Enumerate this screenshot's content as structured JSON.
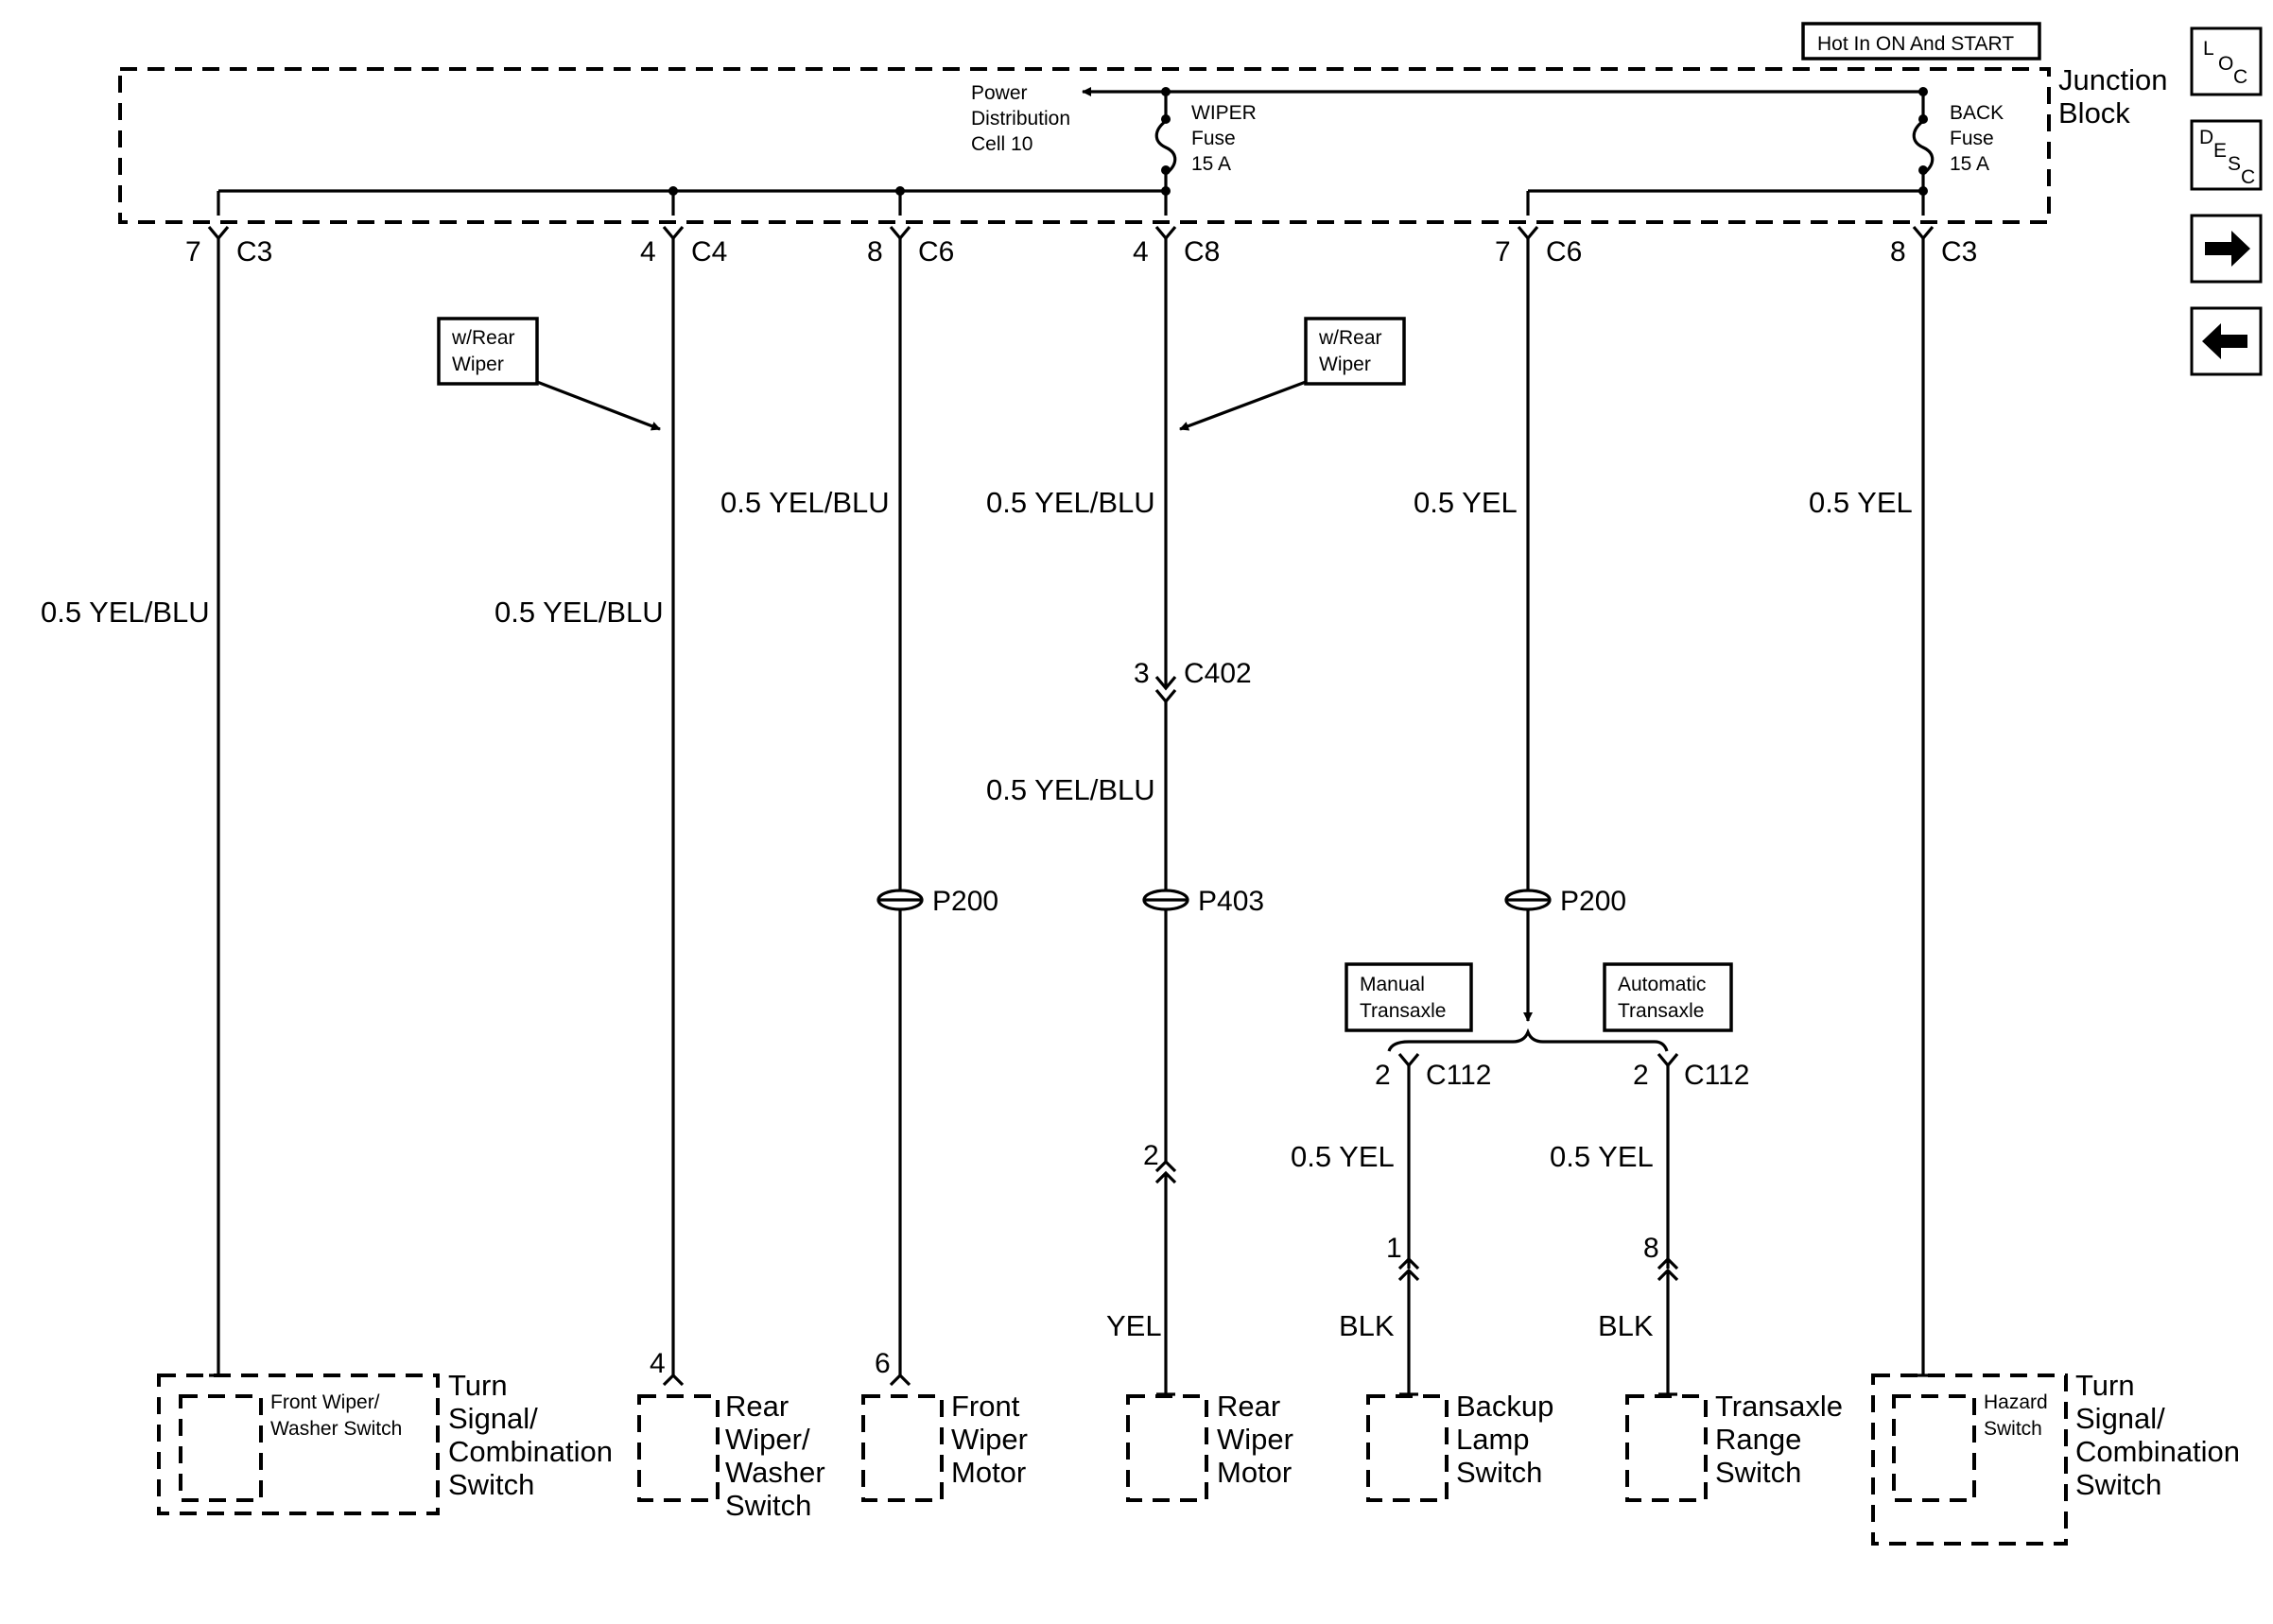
{
  "header": {
    "hot_label": "Hot In ON And START",
    "junction_block_line1": "Junction",
    "junction_block_line2": "Block"
  },
  "nav": {
    "loc": {
      "a": "L",
      "b": "O",
      "c": "C"
    },
    "desc": {
      "a": "D",
      "b": "E",
      "c": "S",
      "d": "C"
    },
    "forward": "→",
    "back": "←"
  },
  "power_distribution": {
    "line1": "Power",
    "line2": "Distribution",
    "line3": "Cell 10"
  },
  "fuses": {
    "wiper": {
      "name": "WIPER",
      "word": "Fuse",
      "rating": "15 A"
    },
    "back": {
      "name": "BACK",
      "word": "Fuse",
      "rating": "15 A"
    }
  },
  "connectors": {
    "c3_left": {
      "pin": "7",
      "name": "C3"
    },
    "c4": {
      "pin": "4",
      "name": "C4"
    },
    "c6_left": {
      "pin": "8",
      "name": "C6"
    },
    "c8": {
      "pin": "4",
      "name": "C8"
    },
    "c6_right": {
      "pin": "7",
      "name": "C6"
    },
    "c3_right": {
      "pin": "8",
      "name": "C3"
    },
    "c402": {
      "pin": "3",
      "name": "C402"
    },
    "c112_left": {
      "pin": "2",
      "name": "C112"
    },
    "c112_right": {
      "pin": "2",
      "name": "C112"
    }
  },
  "options": {
    "rear_wiper_1": {
      "line1": "w/Rear",
      "line2": "Wiper"
    },
    "rear_wiper_2": {
      "line1": "w/Rear",
      "line2": "Wiper"
    },
    "manual": {
      "line1": "Manual",
      "line2": "Transaxle"
    },
    "automatic": {
      "line1": "Automatic",
      "line2": "Transaxle"
    }
  },
  "wires": {
    "w1": "0.5 YEL/BLU",
    "w2": "0.5 YEL/BLU",
    "w3": "0.5 YEL/BLU",
    "w4_upper": "0.5 YEL/BLU",
    "w4_lower": "0.5 YEL/BLU",
    "w5": "0.5 YEL",
    "w6": "0.5 YEL",
    "w_c112_left": "0.5 YEL",
    "w_c112_right": "0.5 YEL",
    "w_rear_motor": "YEL",
    "w_backup": "BLK",
    "w_range": "BLK"
  },
  "splices": {
    "p200_left": "P200",
    "p403": "P403",
    "p200_right": "P200"
  },
  "pins": {
    "rear_washer": "4",
    "front_motor": "6",
    "rear_motor": "2",
    "backup": "1",
    "range": "8"
  },
  "components": {
    "turn_signal_left": {
      "inner_line1": "Front Wiper/",
      "inner_line2": "Washer Switch",
      "line1": "Turn",
      "line2": "Signal/",
      "line3": "Combination",
      "line4": "Switch"
    },
    "rear_washer_switch": {
      "line1": "Rear",
      "line2": "Wiper/",
      "line3": "Washer",
      "line4": "Switch"
    },
    "front_wiper_motor": {
      "line1": "Front",
      "line2": "Wiper",
      "line3": "Motor"
    },
    "rear_wiper_motor": {
      "line1": "Rear",
      "line2": "Wiper",
      "line3": "Motor"
    },
    "backup_lamp_switch": {
      "line1": "Backup",
      "line2": "Lamp",
      "line3": "Switch"
    },
    "transaxle_range_switch": {
      "line1": "Transaxle",
      "line2": "Range",
      "line3": "Switch"
    },
    "turn_signal_right": {
      "inner_line1": "Hazard",
      "inner_line2": "Switch",
      "line1": "Turn",
      "line2": "Signal/",
      "line3": "Combination",
      "line4": "Switch"
    }
  }
}
